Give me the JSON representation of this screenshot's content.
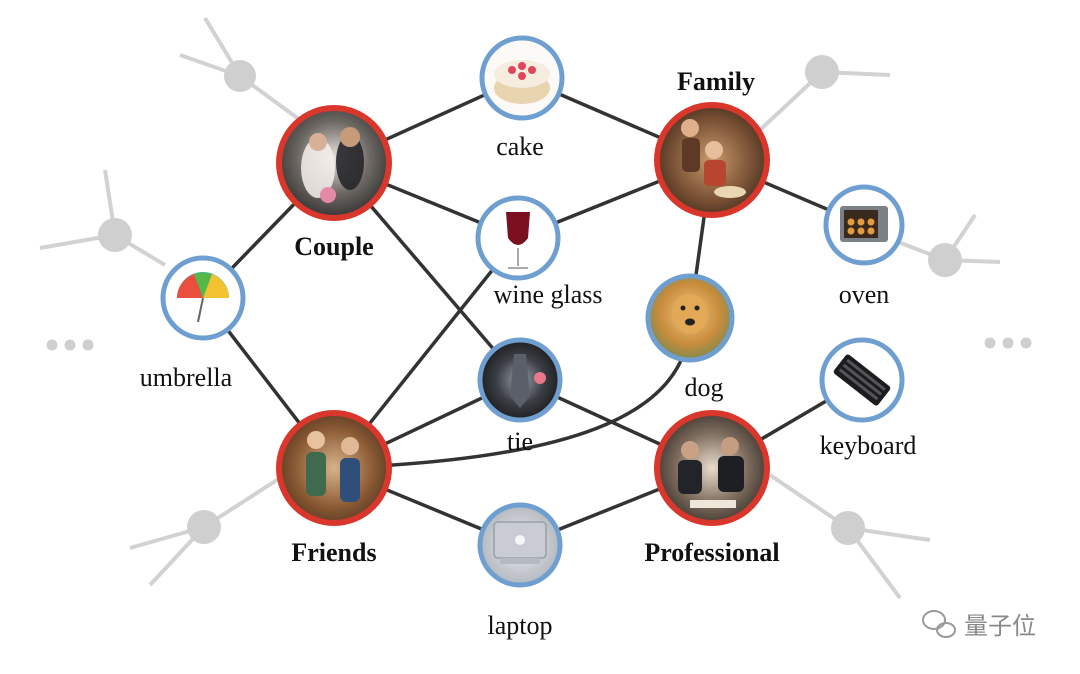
{
  "diagram": {
    "relationship_nodes": {
      "couple": "Couple",
      "family": "Family",
      "friends": "Friends",
      "professional": "Professional"
    },
    "object_nodes": {
      "cake": "cake",
      "wine_glass": "wine glass",
      "umbrella": "umbrella",
      "tie": "tie",
      "dog": "dog",
      "oven": "oven",
      "keyboard": "keyboard",
      "laptop": "laptop"
    },
    "colors": {
      "relationship_ring": "#d9372c",
      "object_ring": "#6f9fd0",
      "edge": "#333333",
      "faded": "#cfcfcf"
    }
  },
  "watermark": {
    "text": "量子位"
  }
}
